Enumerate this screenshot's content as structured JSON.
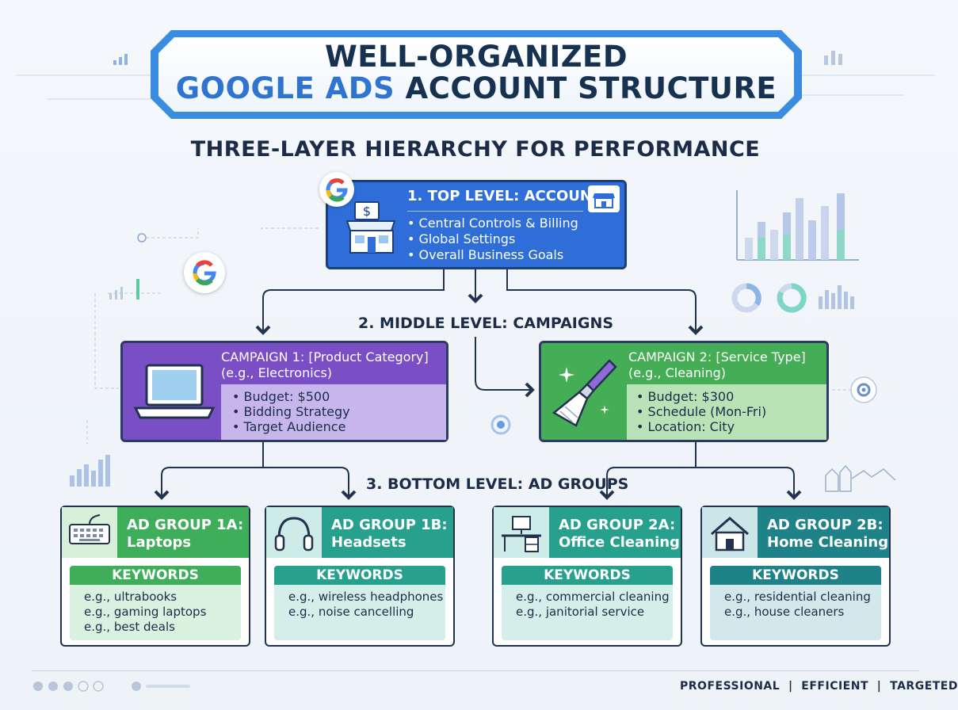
{
  "title": {
    "line1": "WELL-ORGANIZED",
    "line2_highlight": "GOOGLE ADS",
    "line2_rest": " ACCOUNT STRUCTURE"
  },
  "subtitle": "THREE-LAYER HIERARCHY FOR PERFORMANCE",
  "account": {
    "title": "1. TOP LEVEL: ACCOUNT",
    "bullets": [
      "Central Controls & Billing",
      "Global Settings",
      "Overall Business Goals"
    ]
  },
  "middle_label": "2. MIDDLE LEVEL: CAMPAIGNS",
  "campaigns": [
    {
      "title": "CAMPAIGN 1: [Product Category]",
      "subtitle": "(e.g., Electronics)",
      "bullets": [
        "Budget: $500",
        "Bidding Strategy",
        "Target Audience"
      ]
    },
    {
      "title": "CAMPAIGN 2: [Service Type]",
      "subtitle": "(e.g., Cleaning)",
      "bullets": [
        "Budget: $300",
        "Schedule (Mon-Fri)",
        "Location: City"
      ]
    }
  ],
  "bottom_label": "3. BOTTOM LEVEL: AD GROUPS",
  "ad_groups": [
    {
      "title1": "AD GROUP 1A:",
      "title2": "Laptops",
      "kw_label": "KEYWORDS",
      "keywords": [
        "e.g., ultrabooks",
        "e.g., gaming laptops",
        "e.g., best deals"
      ]
    },
    {
      "title1": "AD GROUP 1B:",
      "title2": "Headsets",
      "kw_label": "KEYWORDS",
      "keywords": [
        "e.g., wireless headphones",
        "e.g., noise cancelling"
      ]
    },
    {
      "title1": "AD GROUP 2A:",
      "title2": "Office Cleaning",
      "kw_label": "KEYWORDS",
      "keywords": [
        "e.g., commercial cleaning",
        "e.g., janitorial service"
      ]
    },
    {
      "title1": "AD GROUP 2B:",
      "title2": "Home Cleaning",
      "kw_label": "KEYWORDS",
      "keywords": [
        "e.g., residential cleaning",
        "e.g., house cleaners"
      ]
    }
  ],
  "footer": "PROFESSIONAL  |  EFFICIENT  |  TARGETED",
  "colors": {
    "account": "#2f6ed8",
    "campaign1": "#7a4fc6",
    "campaign2": "#45ad55",
    "adgroup_green": "#3fae5a",
    "adgroup_teal": "#27a08e",
    "adgroup_dark_teal": "#1f8288"
  }
}
